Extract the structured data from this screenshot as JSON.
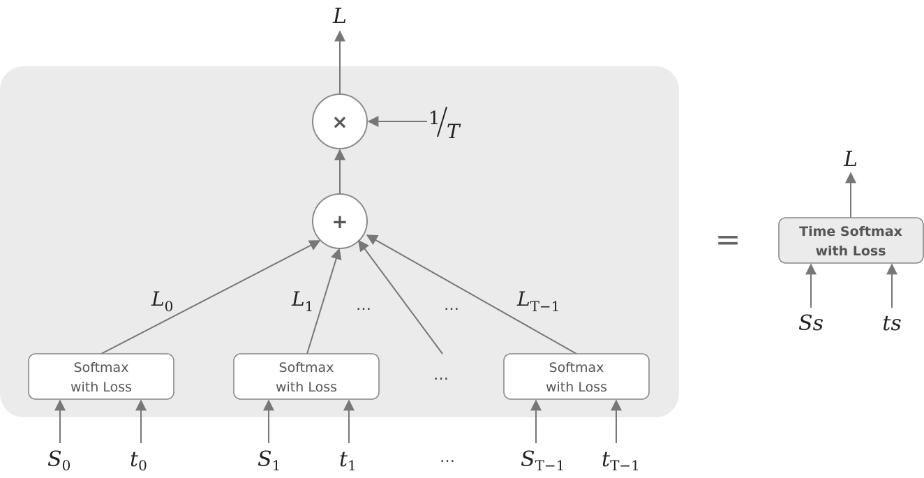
{
  "left": {
    "output_label": "L",
    "multiply_op": "×",
    "add_op": "+",
    "scale_num": "1",
    "scale_den": "T",
    "loss_labels": [
      {
        "main": "L",
        "sub": "0"
      },
      {
        "main": "L",
        "sub": "1"
      },
      {
        "main": "L",
        "sub": "T−1"
      }
    ],
    "mid_dots": [
      "…",
      "…",
      "…",
      "…"
    ],
    "boxes": [
      {
        "line1": "Softmax",
        "line2": "with Loss"
      },
      {
        "line1": "Softmax",
        "line2": "with Loss"
      },
      {
        "line1": "Softmax",
        "line2": "with Loss"
      }
    ],
    "inputs": [
      {
        "main": "S",
        "sub": "0"
      },
      {
        "main": "t",
        "sub": "0"
      },
      {
        "main": "S",
        "sub": "1"
      },
      {
        "main": "t",
        "sub": "1"
      },
      {
        "main": "S",
        "sub": "T−1"
      },
      {
        "main": "t",
        "sub": "T−1"
      }
    ]
  },
  "equals": "=",
  "right": {
    "output_label": "L",
    "box_line1": "Time Softmax",
    "box_line2": "with Loss",
    "input_s": "Ss",
    "input_t": "ts"
  }
}
